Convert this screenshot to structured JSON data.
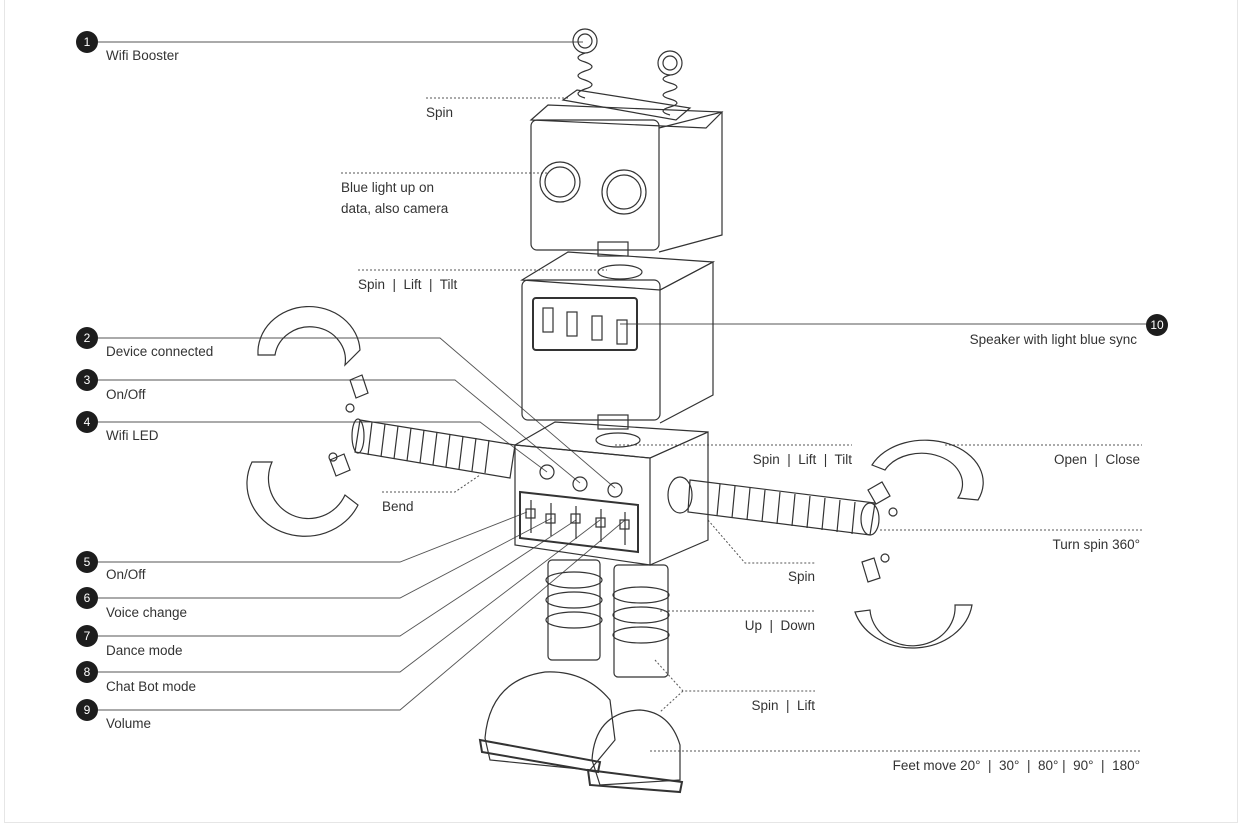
{
  "callouts": [
    {
      "number": "1",
      "label": "Wifi Booster"
    },
    {
      "number": "2",
      "label": "Device connected"
    },
    {
      "number": "3",
      "label": "On/Off"
    },
    {
      "number": "4",
      "label": "Wifi LED"
    },
    {
      "number": "5",
      "label": "On/Off"
    },
    {
      "number": "6",
      "label": "Voice change"
    },
    {
      "number": "7",
      "label": "Dance mode"
    },
    {
      "number": "8",
      "label": "Chat Bot mode"
    },
    {
      "number": "9",
      "label": "Volume"
    },
    {
      "number": "10",
      "label": "Speaker with light blue sync"
    }
  ],
  "annotations": {
    "head_spin": "Spin",
    "eyes_line1": "Blue light up on",
    "eyes_line2": "data, also camera",
    "neck": "Spin  |  Lift  |  Tilt",
    "arm_bend": "Bend",
    "body_top": "Spin  |  Lift  |  Tilt",
    "claw": "Open  |  Close",
    "wrist": "Turn spin 360°",
    "shoulder": "Spin",
    "legs": "Up  |  Down",
    "ankles": "Spin  |  Lift",
    "feet": "Feet move 20°  |  30°  |  80° |  90°  |  180°"
  },
  "colors": {
    "line": "#444444",
    "badge": "#1d1d1d",
    "text": "#333333"
  }
}
